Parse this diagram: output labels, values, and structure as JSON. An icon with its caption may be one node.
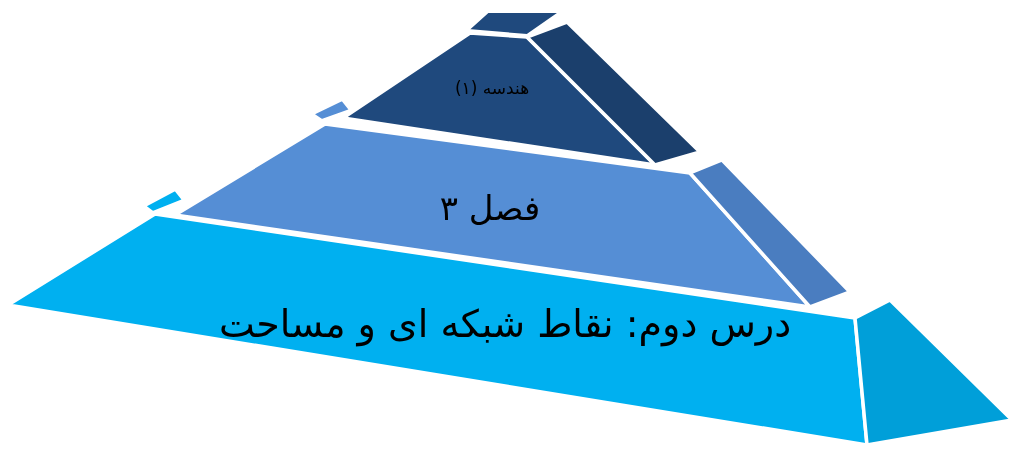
{
  "diagram": {
    "nodes": [
      {
        "text": [
          "هندسه (۱)"
        ]
      },
      {
        "text": [
          "فصل ۳"
        ]
      },
      {
        "text": [
          "درس دوم: نقاط شبکه ای و مساحت"
        ]
      }
    ]
  }
}
